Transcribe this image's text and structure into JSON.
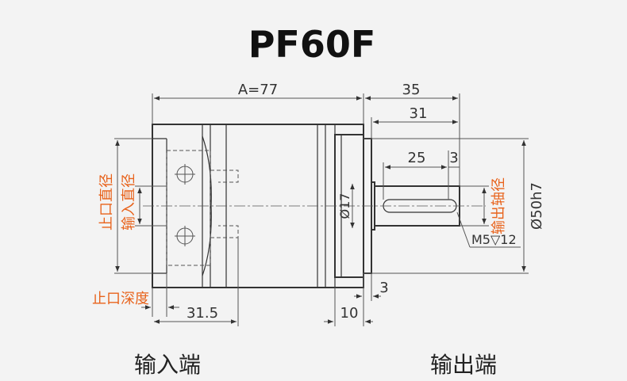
{
  "title": "PF60F",
  "dimensions": {
    "a_length": "A=77",
    "shaft_total": "35",
    "shaft_length": "31",
    "key_length": "25",
    "key_offset": "3",
    "pilot_dia": "Ø17",
    "output_flange_dia": "Ø50h7",
    "thread": "M5▽12",
    "flange_thk": "3",
    "flange_width": "10",
    "input_len": "31.5"
  },
  "labels": {
    "spigot_diameter": "止口直径",
    "input_diameter": "输入直径",
    "output_shaft_diameter": "输出轴径",
    "spigot_depth": "止口深度"
  },
  "captions": {
    "input_end": "输入端",
    "output_end": "输出端"
  },
  "colors": {
    "background": "#f3f3f3",
    "accent": "#e8631c",
    "line": "#333333"
  }
}
